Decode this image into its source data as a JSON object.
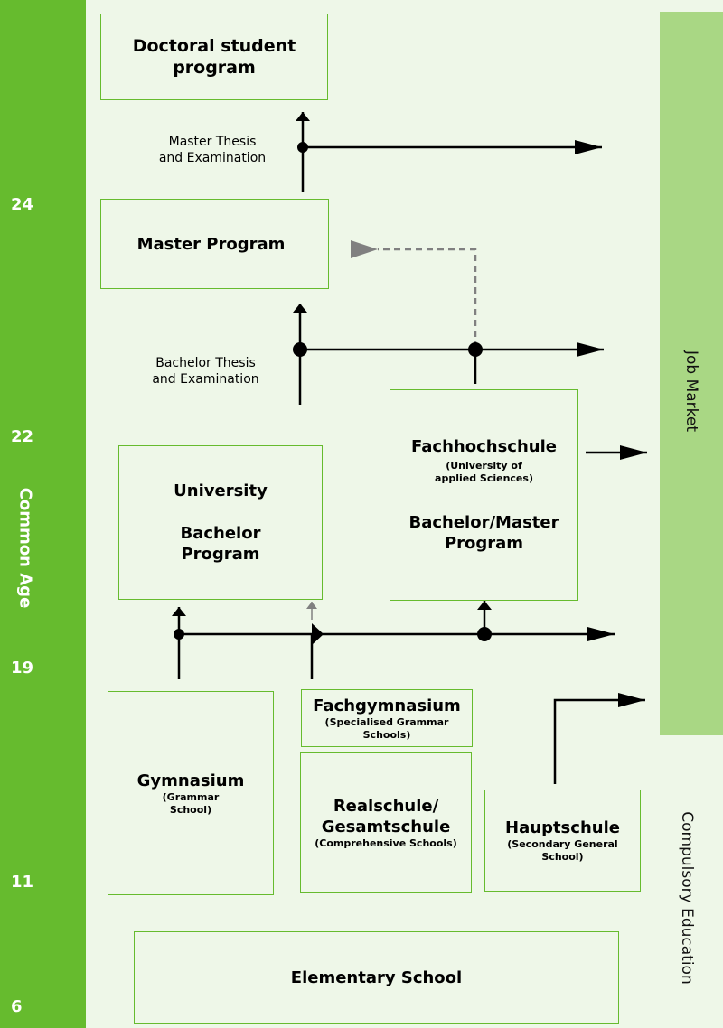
{
  "sidebar": {
    "axis_label": "Common Age",
    "ages": [
      "24",
      "22",
      "19",
      "11",
      "6"
    ]
  },
  "right": {
    "job_market": "Job Market",
    "compulsory": "Compulsory Education"
  },
  "boxes": {
    "doctoral": "Doctoral student\nprogram",
    "master": "Master Program",
    "university_title": "University",
    "university_program": "Bachelor\nProgram",
    "fh_title": "Fachhochschule",
    "fh_sub": "(University of\napplied Sciences)",
    "fh_program": "Bachelor/Master\nProgram",
    "fachgym_title": "Fachgymnasium",
    "fachgym_sub": "(Specialised Grammar\nSchools)",
    "gym_title": "Gymnasium",
    "gym_sub": "(Grammar\nSchool)",
    "real_title": "Realschule/\nGesamtschule",
    "real_sub": "(Comprehensive Schools)",
    "haupt_title": "Hauptschule",
    "haupt_sub": "(Secondary General\nSchool)",
    "elementary": "Elementary School"
  },
  "notes": {
    "master_thesis": "Master Thesis\nand Examination",
    "bachelor_thesis": "Bachelor Thesis\nand Examination"
  },
  "colors": {
    "sidebar_green": "#66bb2e",
    "job_market_green": "#a9d784",
    "background": "#eef7e8",
    "box_border": "#66bb2e",
    "arrow": "#000000",
    "dashed_arrow": "#808080"
  }
}
